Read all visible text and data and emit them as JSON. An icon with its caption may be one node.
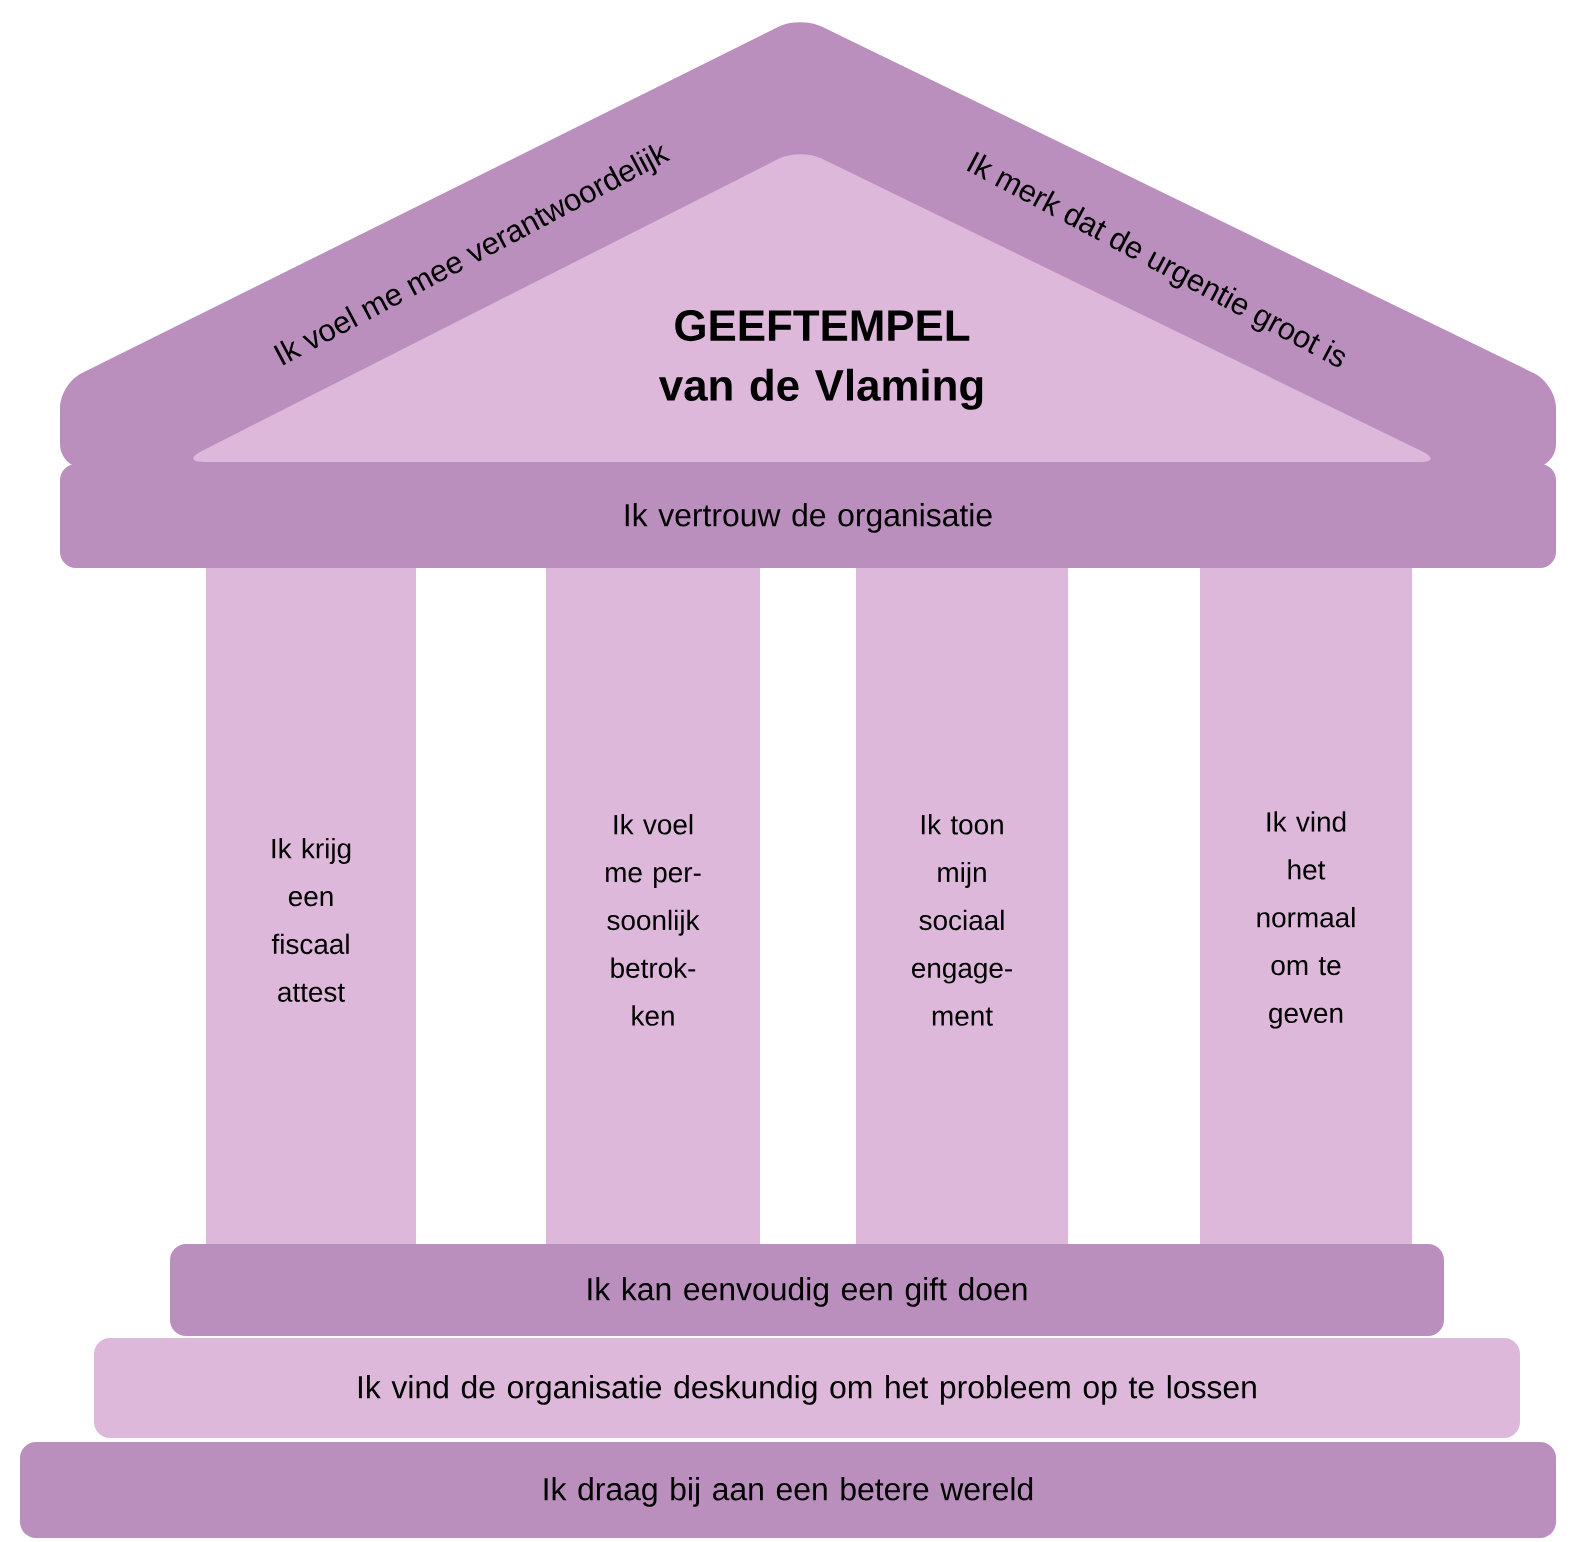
{
  "diagram": {
    "nodes": [
      {
        "text": [
          "Ik voel me mee verantwoordelijk",
          "Ik merk dat de urgentie groot is"
        ]
      },
      {
        "text": [
          "GEEFTEMPEL van de Vlaming"
        ],
        "in": 0
      },
      {
        "text": [
          "Ik vertrouw de organisatie"
        ]
      },
      {
        "text": [
          "Ik krijg een fiscaal attest"
        ]
      },
      {
        "text": [
          "Ik voel me per- soonlijk betrok- ken"
        ]
      },
      {
        "text": [
          "Ik toon mijn sociaal engage- ment"
        ]
      },
      {
        "text": [
          "Ik vind het normaal om te geven"
        ]
      },
      {
        "text": [
          "Ik kan eenvoudig een gift doen"
        ]
      },
      {
        "text": [
          "Ik vind de organisatie deskundig om het probleem op te lossen"
        ]
      },
      {
        "text": [
          "Ik draag bij aan een betere wereld"
        ]
      }
    ],
    "edges": []
  }
}
